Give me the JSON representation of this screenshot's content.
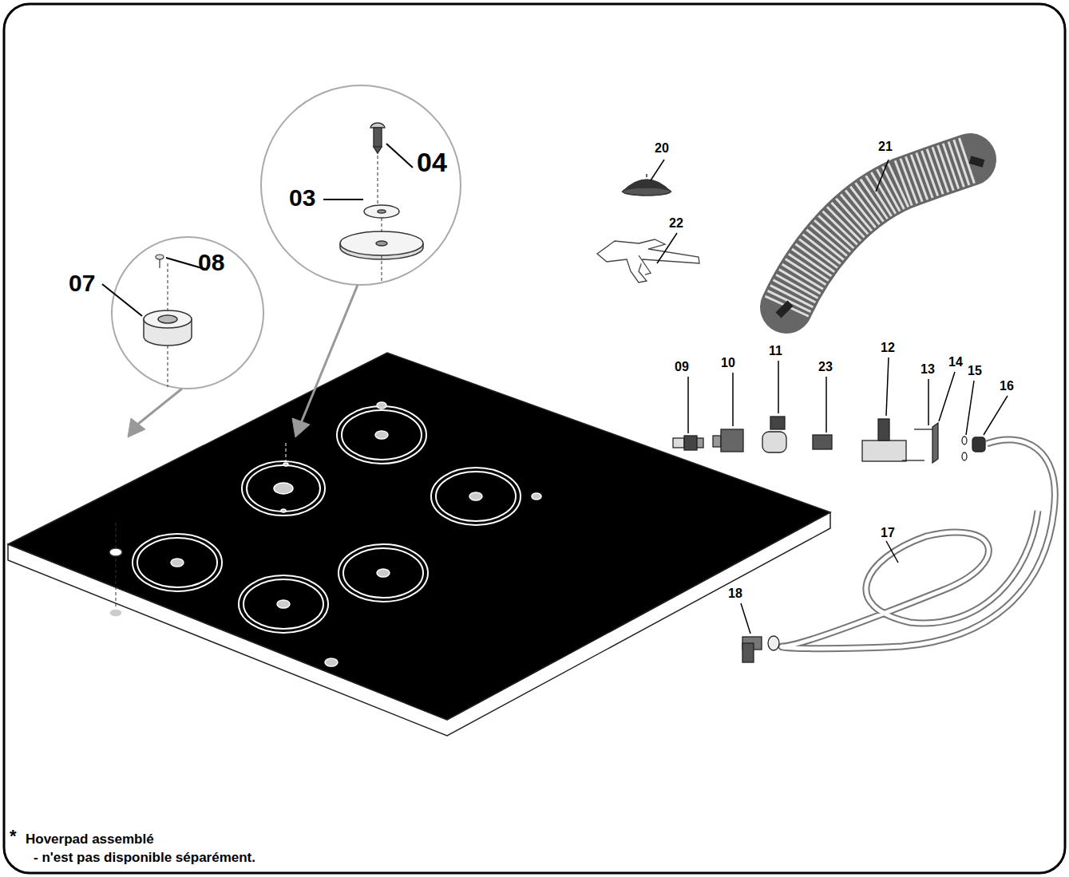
{
  "diagram": {
    "labels": [
      "20",
      "21",
      "22",
      "09",
      "10",
      "11",
      "23",
      "12",
      "13",
      "14",
      "15",
      "16",
      "17",
      "18",
      "04",
      "03",
      "08",
      "07",
      "*",
      "Hoverpad assemblé",
      "- n'est pas disponible séparément."
    ]
  }
}
